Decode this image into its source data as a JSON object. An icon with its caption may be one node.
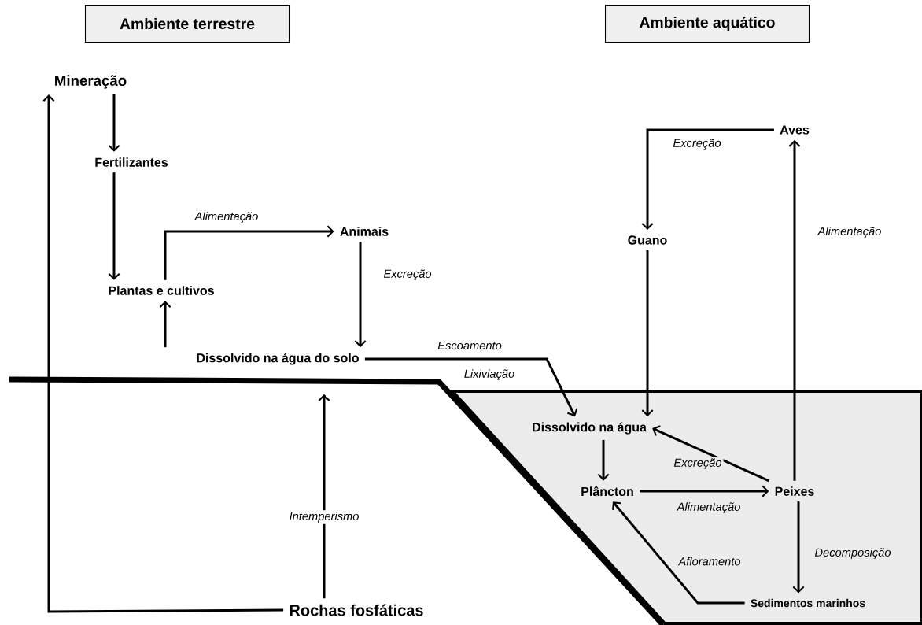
{
  "diagram": {
    "nodes": [
      {
        "text": [
          "Ambiente terrestre"
        ]
      },
      {
        "text": [
          "Ambiente aquático"
        ]
      },
      {
        "text": [
          "Mineração"
        ]
      },
      {
        "text": [
          "Fertilizantes"
        ]
      },
      {
        "text": [
          "Plantas e cultivos"
        ]
      },
      {
        "text": [
          "Animais"
        ]
      },
      {
        "text": [
          "Dissolvido na água do solo"
        ]
      },
      {
        "text": [
          "Rochas fosfáticas"
        ]
      },
      {
        "text": [
          "Aves"
        ]
      },
      {
        "text": [
          "Guano"
        ]
      },
      {
        "text": [
          "Dissolvido na água"
        ]
      },
      {
        "text": [
          "Plâncton"
        ]
      },
      {
        "text": [
          "Peixes"
        ]
      },
      {
        "text": [
          "Sedimentos marinhos"
        ]
      }
    ],
    "edges": [
      {
        "from": 2,
        "to": 3,
        "arrow": "to"
      },
      {
        "from": 3,
        "to": 4,
        "arrow": "to"
      },
      {
        "from": 4,
        "to": 5,
        "arrow": "to",
        "label": "Alimentação"
      },
      {
        "from": 5,
        "to": 6,
        "arrow": "to",
        "label": "Excreção"
      },
      {
        "from": 6,
        "to": 4,
        "arrow": "to"
      },
      {
        "from": 7,
        "to": 6,
        "arrow": "to",
        "label": "Intemperismo"
      },
      {
        "from": 7,
        "to": 2,
        "arrow": "to"
      },
      {
        "from": 6,
        "to": 10,
        "arrow": "to",
        "label": "Escoamento"
      },
      {
        "from": 8,
        "to": 9,
        "arrow": "to",
        "label": "Excreção"
      },
      {
        "from": 9,
        "to": 10,
        "arrow": "to"
      },
      {
        "from": 12,
        "to": 8,
        "arrow": "to",
        "label": "Alimentação"
      },
      {
        "from": 10,
        "to": 11,
        "arrow": "to"
      },
      {
        "from": 11,
        "to": 12,
        "arrow": "to",
        "label": "Alimentação"
      },
      {
        "from": 12,
        "to": 10,
        "arrow": "to",
        "label": "Excreção"
      },
      {
        "from": 12,
        "to": 13,
        "arrow": "to",
        "label": "Decomposição"
      },
      {
        "from": 13,
        "to": 11,
        "arrow": "to",
        "label": "Afloramento"
      }
    ],
    "labels": [
      "Lixiviação"
    ]
  }
}
